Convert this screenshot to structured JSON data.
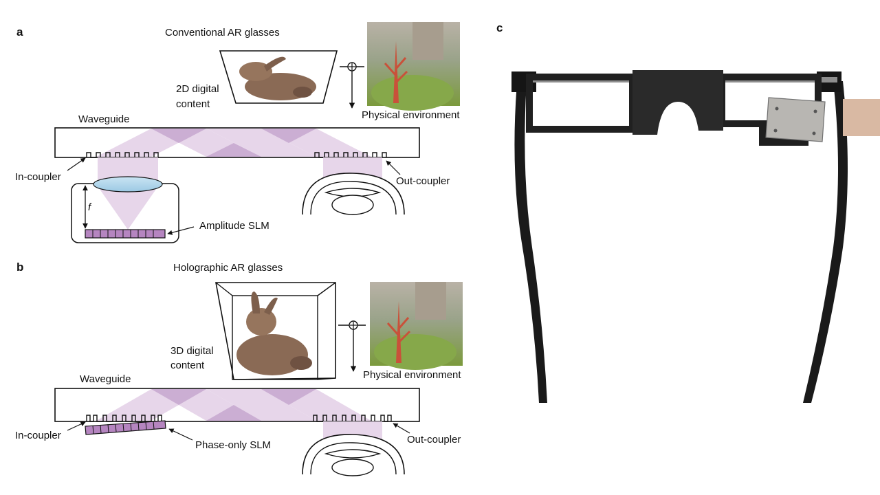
{
  "panel_a": {
    "letter": "a",
    "title": "Conventional AR glasses",
    "content_label": [
      "2D digital",
      "content"
    ],
    "environment_label": "Physical environment",
    "waveguide_label": "Waveguide",
    "in_coupler_label": "In-coupler",
    "out_coupler_label": "Out-coupler",
    "focal_label": "f",
    "slm_label": "Amplitude SLM"
  },
  "panel_b": {
    "letter": "b",
    "title": "Holographic AR glasses",
    "content_label": [
      "3D digital",
      "content"
    ],
    "environment_label": "Physical environment",
    "waveguide_label": "Waveguide",
    "in_coupler_label": "In-coupler",
    "out_coupler_label": "Out-coupler",
    "slm_label": "Phase-only SLM"
  },
  "panel_c": {
    "letter": "c"
  },
  "colors": {
    "light_purple": "#e7d6ea",
    "mid_purple": "#cbaed3",
    "slm_purple": "#b585c0",
    "bunny": "#8a6a55",
    "foliage": "#8aa84a",
    "frame": "#1a1a1a"
  }
}
